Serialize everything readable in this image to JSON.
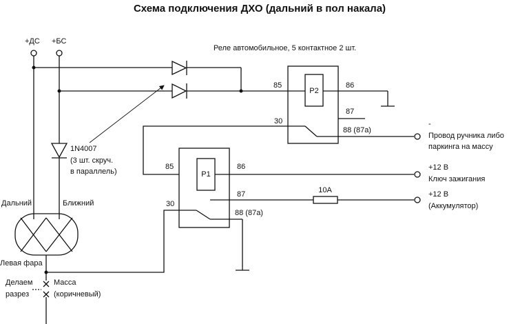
{
  "title": "Схема подключения ДХО (дальний в пол накала)",
  "relay_note": "Реле автомобильное, 5 контактное 2 шт.",
  "terminals": {
    "high_beam_plus": "+ДС",
    "low_beam_plus": "+БС"
  },
  "diode": {
    "model": "1N4007",
    "note_line1": "(3 шт. скруч.",
    "note_line2": "в параллель)"
  },
  "relay_p2": {
    "name": "P2",
    "pin_85": "85",
    "pin_86": "86",
    "pin_87": "87",
    "pin_30": "30",
    "pin_88": "88 (87a)"
  },
  "relay_p1": {
    "name": "P1",
    "pin_85": "85",
    "pin_86": "86",
    "pin_87": "87",
    "pin_30": "30",
    "pin_88": "88 (87a)"
  },
  "outputs": {
    "parking_sign": "-",
    "parking_line1": "Провод ручника либо",
    "parking_line2": "паркинга на массу",
    "ignition_value": "+12 В",
    "ignition_label": "Ключ зажигания",
    "battery_value": "+12 В",
    "battery_label": "(Аккумулятор)"
  },
  "fuse": "10А",
  "headlamp": {
    "high_label": "Дальний",
    "low_label": "Ближний",
    "name": "Левая фара"
  },
  "ground": {
    "cut_line1": "Делаем",
    "cut_line2": "разрез",
    "mass_line1": "Масса",
    "mass_line2": "(коричневый)"
  }
}
